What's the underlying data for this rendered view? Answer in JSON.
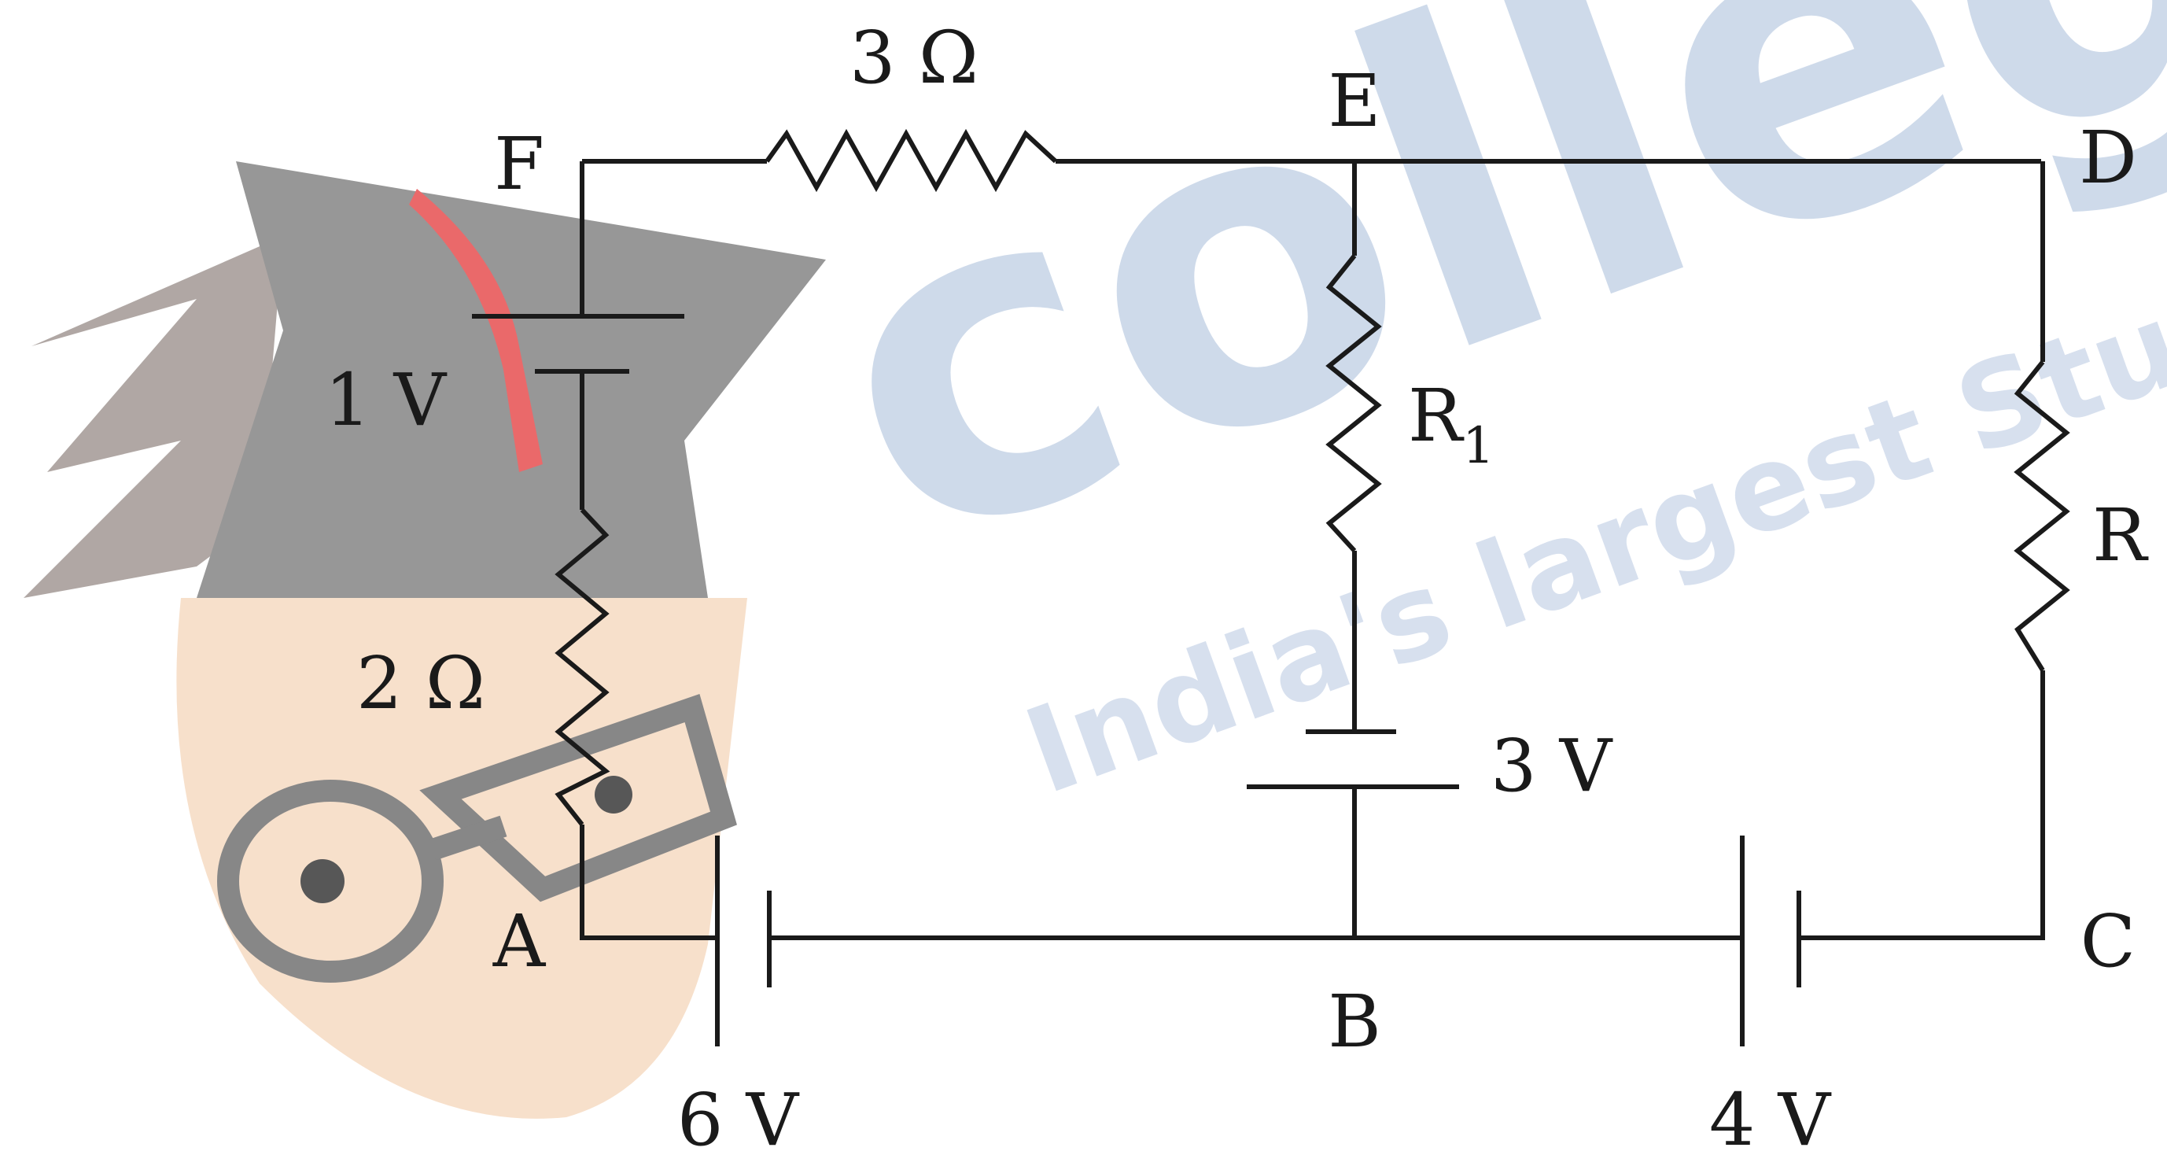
{
  "diagram": {
    "nodes": {
      "A": "A",
      "B": "B",
      "C": "C",
      "D": "D",
      "E": "E",
      "F": "F"
    },
    "resistor_labels": {
      "r_fe": "3 Ω",
      "r_af": "2 Ω",
      "r1": "R",
      "r1_sub": "1",
      "r_dc": "R"
    },
    "battery_labels": {
      "b_af": "1 V",
      "b_eb": "3 V",
      "b_ab": "6 V",
      "b_bc": "4 V"
    },
    "colors": {
      "wire": "#1a1a1a",
      "label": "#1a1a1a"
    }
  },
  "watermark": {
    "logo_text": "college",
    "tagline": "India's largest Stud",
    "colors": {
      "logo": "#c9d6e8",
      "tagline": "#d3dded",
      "cap": "#8c8c8c",
      "tassel": "#e8585a",
      "hair": "#a79e9a",
      "face": "#f6ddc6"
    }
  }
}
